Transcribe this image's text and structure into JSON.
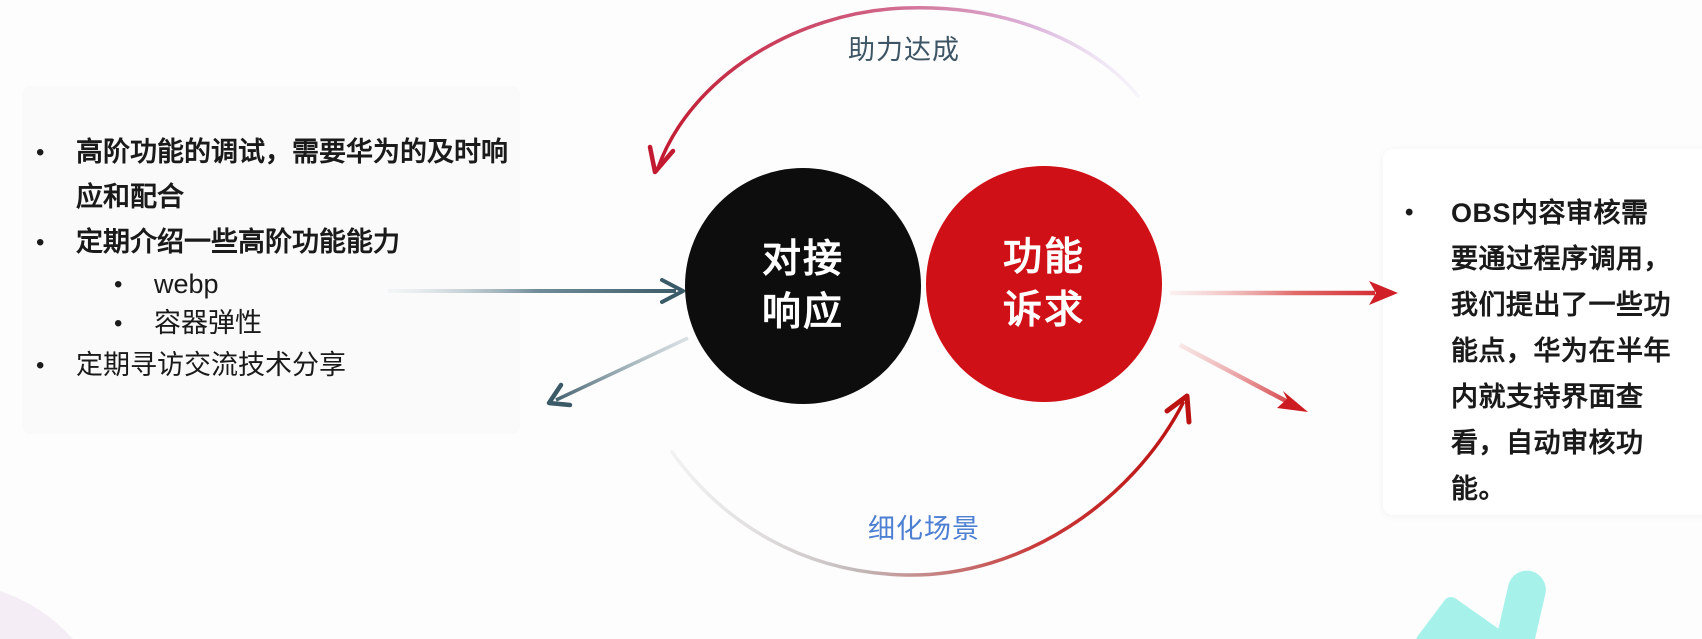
{
  "page": {
    "background": "#fdfdfd"
  },
  "left_panel": {
    "bullet_char": "•",
    "items": [
      {
        "text": "高阶功能的调试，需要华为的及时响应和配合"
      },
      {
        "text": "定期介绍一些高阶功能能力"
      },
      {
        "text": "webp"
      },
      {
        "text": "容器弹性"
      },
      {
        "text": "定期寻访交流技术分享"
      }
    ]
  },
  "center_circles": {
    "black": {
      "label_line1": "对接",
      "label_line2": "响应",
      "fill": "#0d0d0d",
      "text_color": "#ffffff"
    },
    "red": {
      "label_line1": "功能",
      "label_line2": "诉求",
      "fill": "#cf1016",
      "text_color": "#ffffff"
    }
  },
  "arrow_labels": {
    "top": {
      "text": "助力达成",
      "color": "#3d5564"
    },
    "bottom": {
      "text": "细化场景",
      "color": "#4d7fd2"
    }
  },
  "right_panel": {
    "bullet_char": "•",
    "text": "OBS内容审核需要通过程序调用，我们提出了一些功能点，华为在半年内就支持界面查看，自动审核功能。"
  },
  "decor_colors": {
    "slate_arrow": "#3c5a68",
    "red_arrow": "#c51a1f",
    "teal_shape": "#a6f2eb",
    "pink_swoosh": "#f3e9f2"
  }
}
